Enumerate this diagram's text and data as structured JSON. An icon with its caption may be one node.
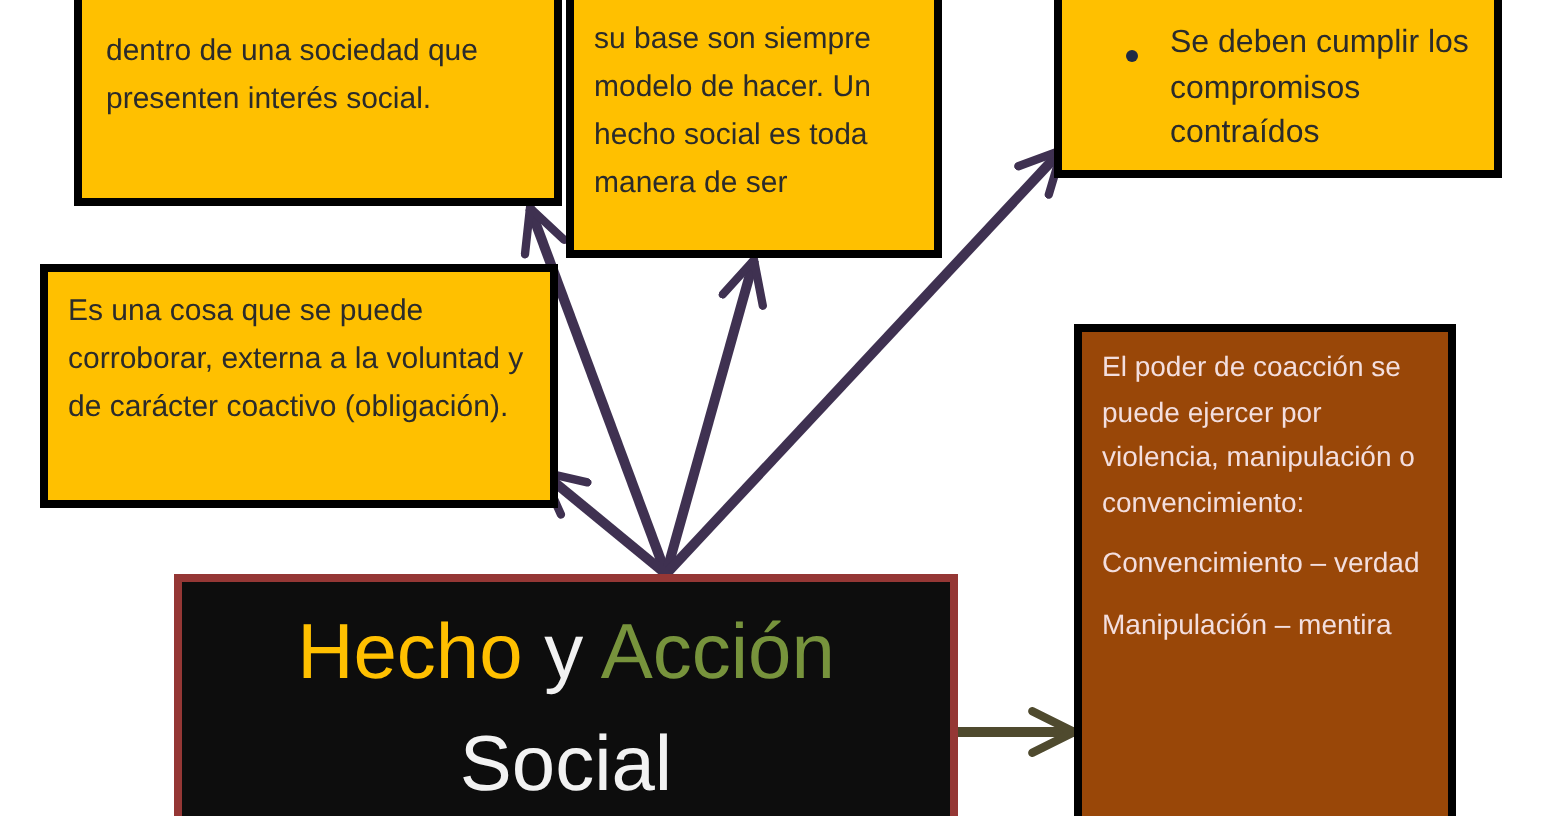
{
  "diagram": {
    "nodes": [
      {
        "text": [
          "dentro de una sociedad que presenten interés social."
        ]
      },
      {
        "text": [
          "su base son siempre modelo de hacer. Un hecho social es toda manera de ser"
        ]
      },
      {
        "text": [
          "Se deben cumplir los compromisos contraídos"
        ]
      },
      {
        "text": [
          "Es una cosa que se puede corroborar, externa a la voluntad y de carácter coactivo (obligación)."
        ]
      },
      {
        "text": [
          "El poder de coacción se puede ejercer por violencia, manipulación o convencimiento:",
          "Convencimiento – verdad",
          "Manipulación – mentira"
        ]
      },
      {
        "text": [
          "Hecho",
          "y",
          "Acción",
          "Social"
        ]
      }
    ],
    "edges": [
      {
        "from": 5,
        "to": 0,
        "arrow": "to"
      },
      {
        "from": 5,
        "to": 1,
        "arrow": "to"
      },
      {
        "from": 5,
        "to": 2,
        "arrow": "to"
      },
      {
        "from": 5,
        "to": 3,
        "arrow": "to"
      },
      {
        "from": 5,
        "to": 4,
        "arrow": "to",
        "color": "#4f4a2e"
      }
    ]
  }
}
